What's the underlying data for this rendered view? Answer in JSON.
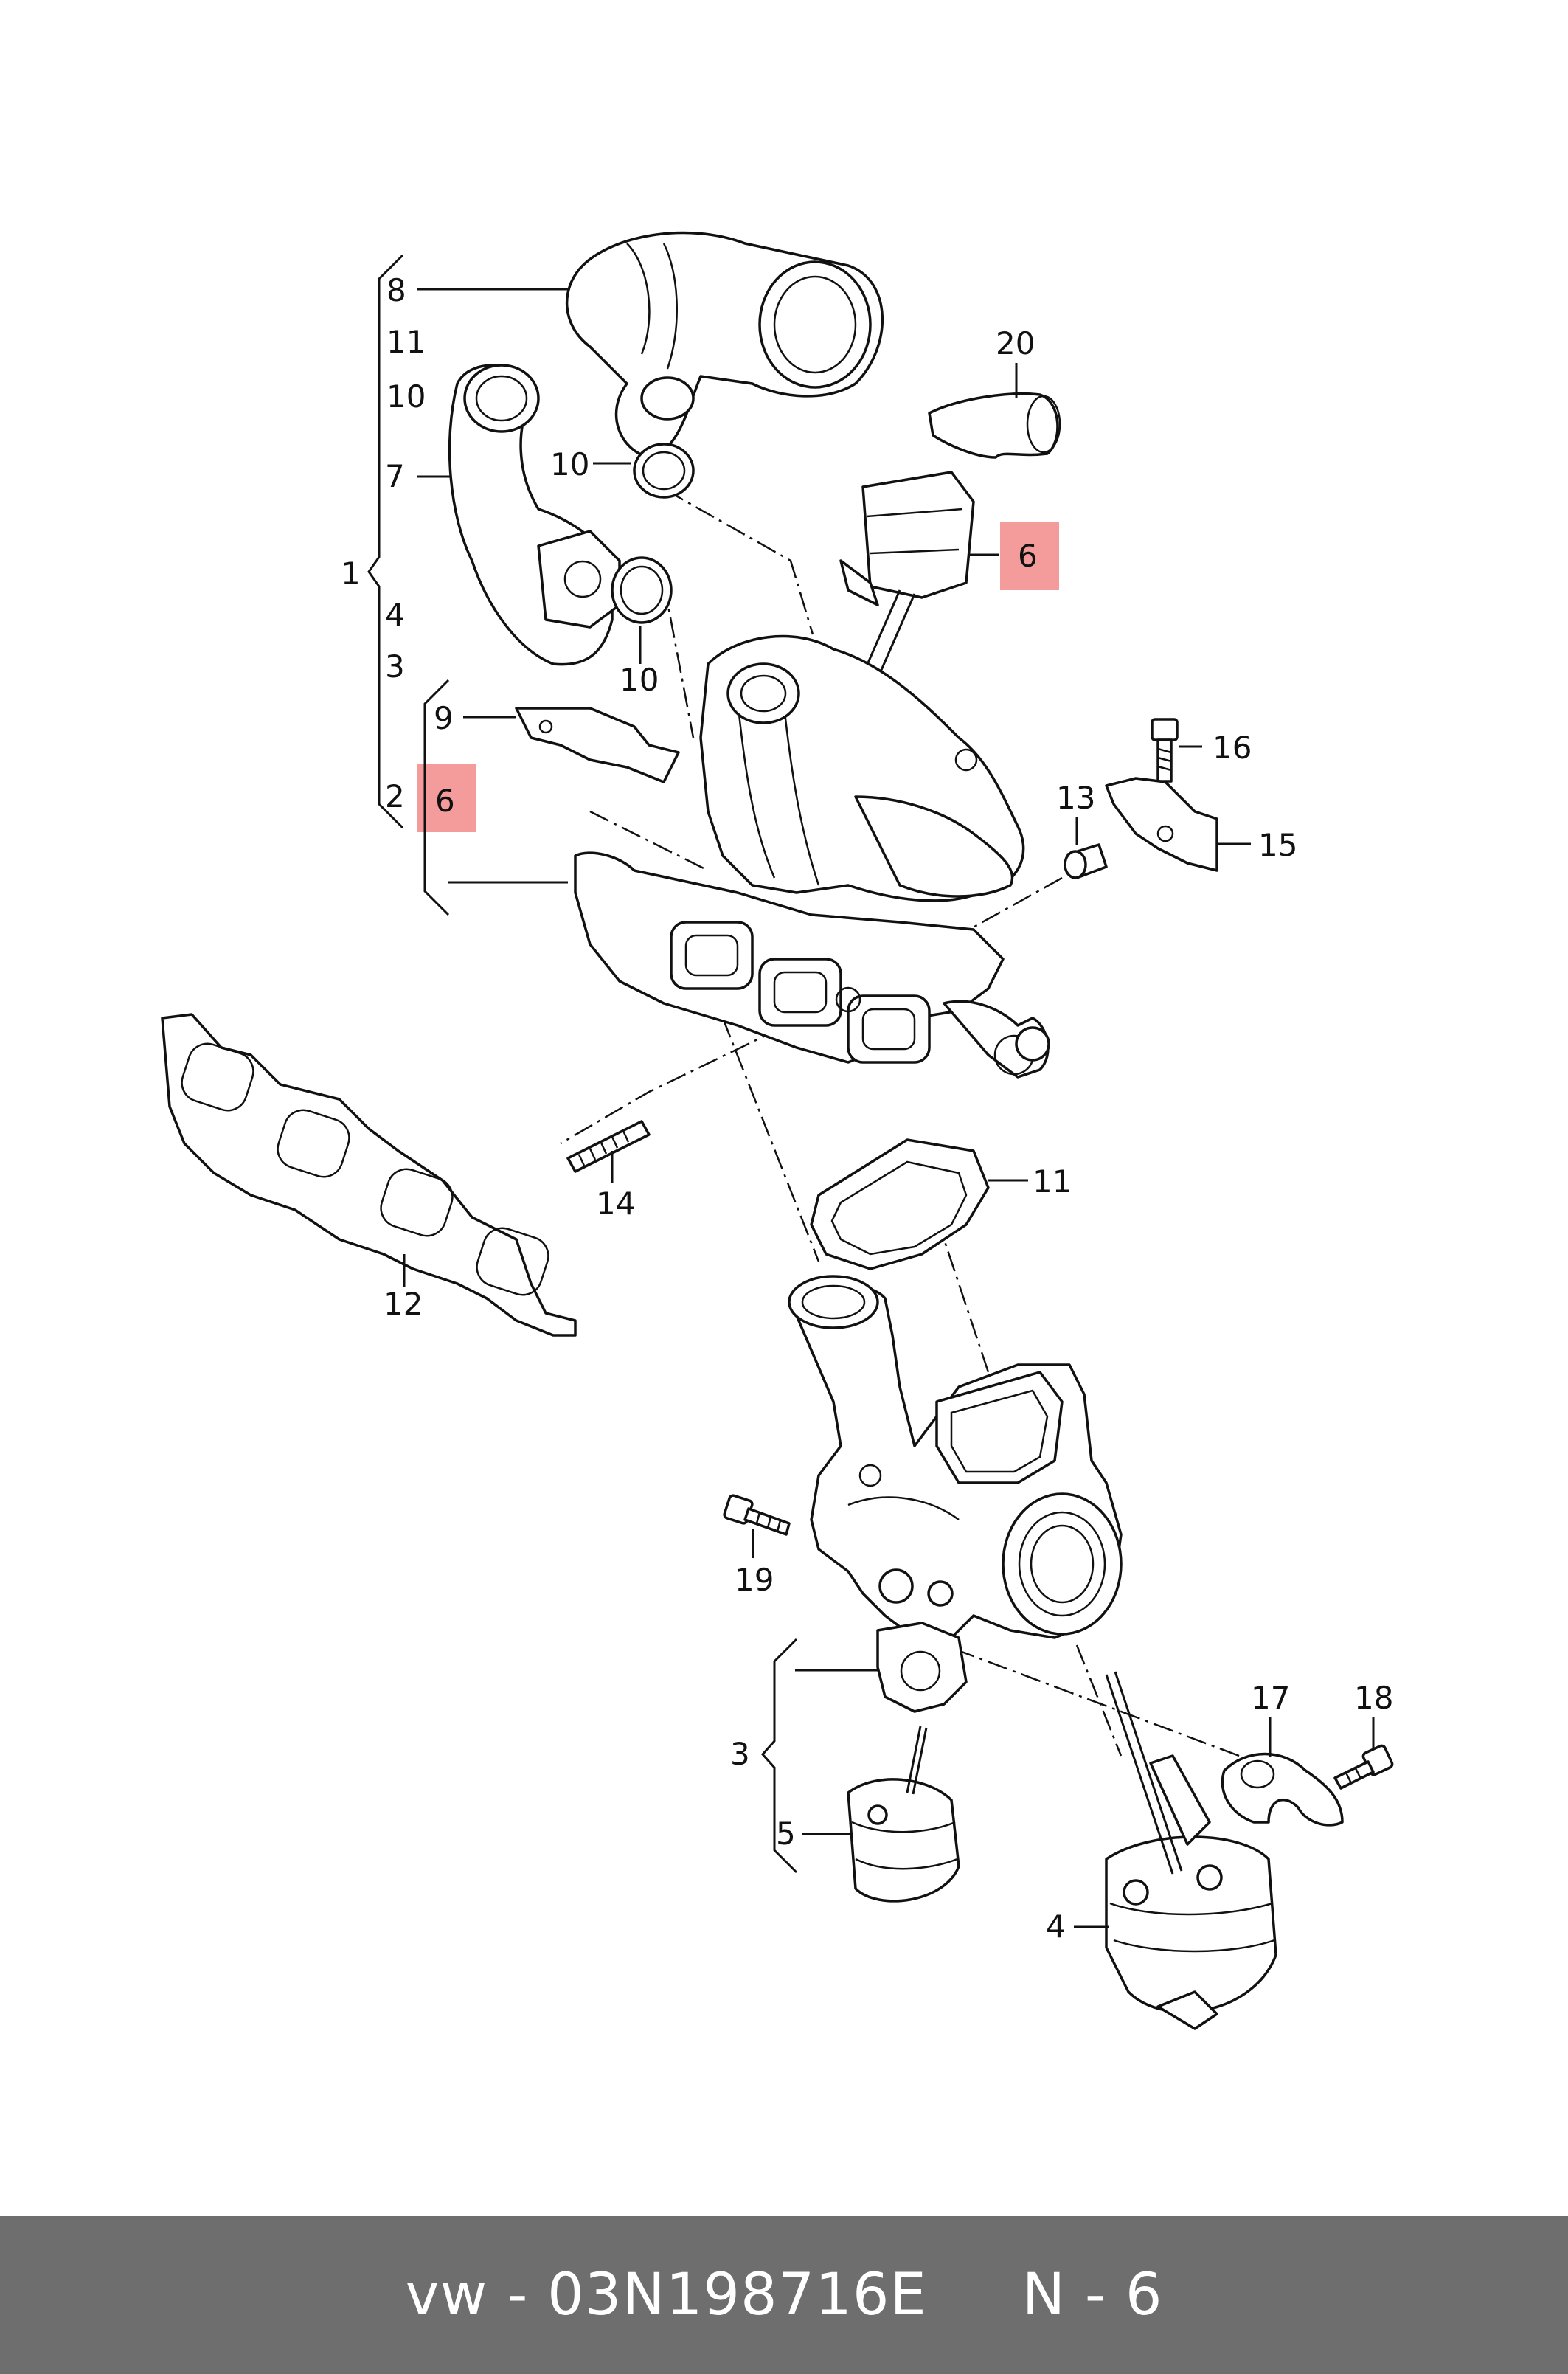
{
  "callouts": {
    "c1": "1",
    "c2": "2",
    "c3a": "3",
    "c3b": "3",
    "c4a": "4",
    "c4b": "4",
    "c5": "5",
    "c6a": "6",
    "c6b": "6",
    "c7": "7",
    "c8": "8",
    "c9": "9",
    "c10a": "10",
    "c10b": "10",
    "c10c": "10",
    "c11a": "11",
    "c11b": "11",
    "c12": "12",
    "c13": "13",
    "c14": "14",
    "c15": "15",
    "c16": "16",
    "c17": "17",
    "c18": "18",
    "c19": "19",
    "c20": "20"
  },
  "highlight_color": "#f28a8a",
  "footer": {
    "brand": "vw",
    "part_number": "03N198716E",
    "position": "N - 6",
    "text": "vw - 03N198716E     N - 6"
  }
}
